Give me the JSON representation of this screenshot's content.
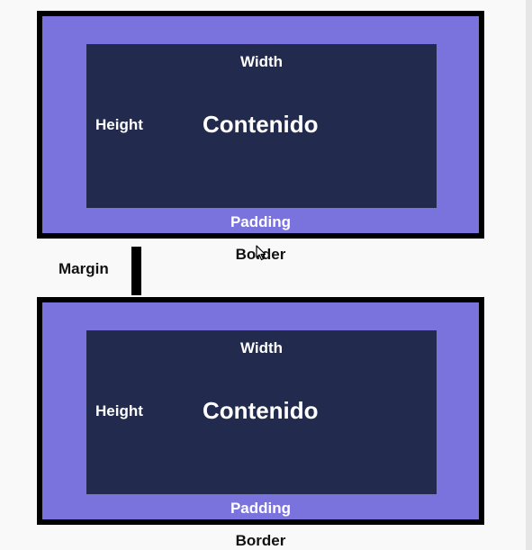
{
  "diagram": {
    "boxes": [
      {
        "width_label": "Width",
        "height_label": "Height",
        "content_label": "Contenido",
        "padding_label": "Padding",
        "border_label": "Border"
      },
      {
        "width_label": "Width",
        "height_label": "Height",
        "content_label": "Contenido",
        "padding_label": "Padding",
        "border_label": "Border"
      }
    ],
    "margin_label": "Margin"
  },
  "colors": {
    "padding": "#7b73dd",
    "content": "#222b4d",
    "border": "#000000",
    "background": "#f9f9f9"
  },
  "icons": {
    "cursor": "mouse-pointer-icon"
  }
}
